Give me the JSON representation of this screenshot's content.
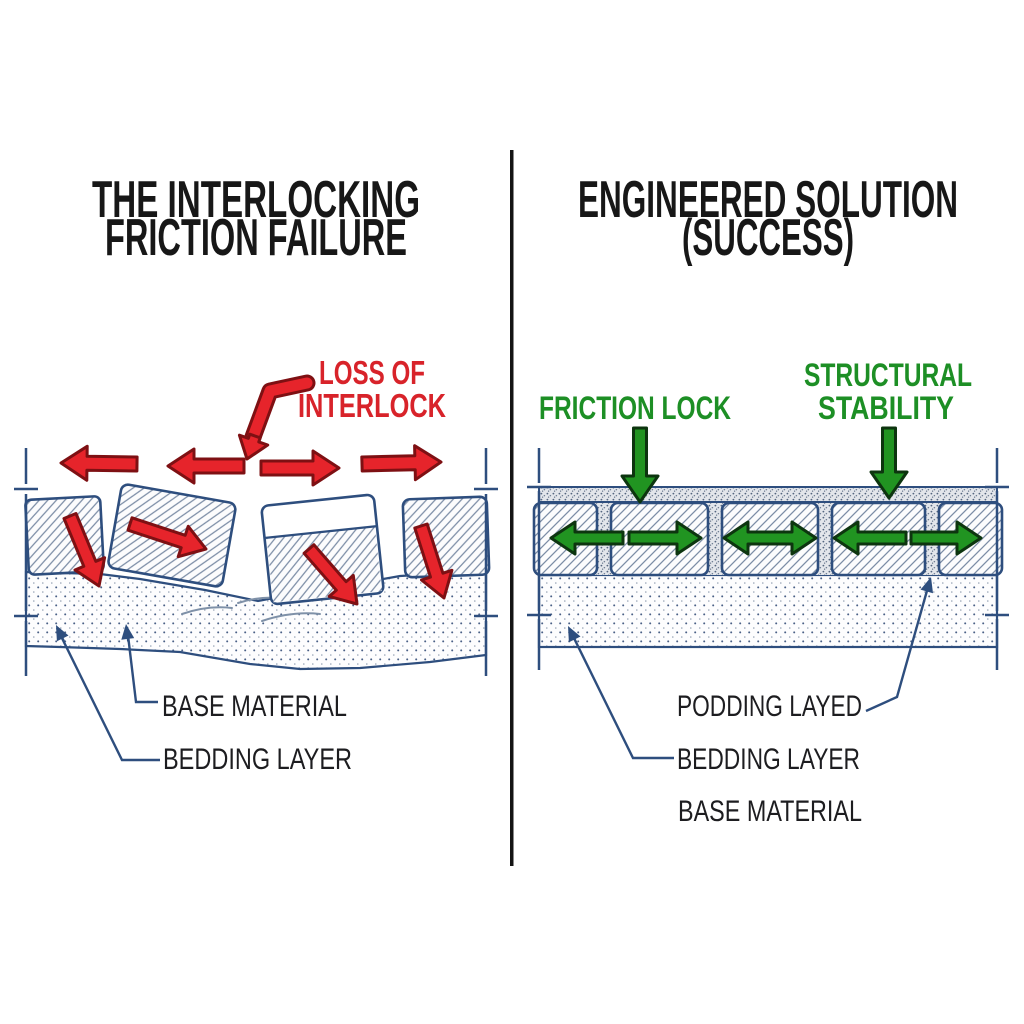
{
  "panels": {
    "left": {
      "title_line1": "THE INTERLOCKING",
      "title_line2": "FRICTION FAILURE",
      "callout_line1": "LOSS OF",
      "callout_line2": "INTERLOCK",
      "label_base_material": "BASE MATERIAL",
      "label_bedding_layer": "BEDDING LAYER"
    },
    "right": {
      "title_line1": "ENGINEERED SOLUTION",
      "title_line2": "(SUCCESS)",
      "callout_friction_lock": "FRICTION LOCK",
      "callout_stability_line1": "STRUCTURAL",
      "callout_stability_line2": "STABILITY",
      "label_podding_layed": "PODDING LAYED",
      "label_bedding_layer": "BEDDING LAYER",
      "label_base_material": "BASE MATERIAL"
    }
  },
  "colors": {
    "failure_accent": "#d8232a",
    "failure_arrow_fill": "#e6242b",
    "success_accent": "#1d8f25",
    "success_arrow_fill": "#219421",
    "linework_blue": "#2e4e7e",
    "title_ink": "#171717",
    "label_ink": "#1d1d20"
  }
}
